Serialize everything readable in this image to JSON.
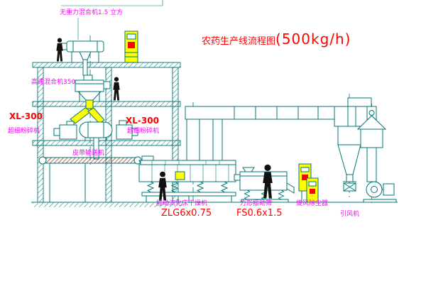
{
  "colors": {
    "line": "#007575",
    "red": "#ff0000",
    "magenta": "#ff00ff",
    "yellow": "#ffff00",
    "figure": "#111111",
    "belt": "#a03a2a"
  },
  "title": {
    "name": "农药生产线流程图",
    "capacity": "(500kg/h)"
  },
  "labels": {
    "top_mixer": "无重力混合机1.5 立方",
    "high_speed_mixer": "高速混合机350",
    "mill_left_model": "XL-300",
    "mill_left_name": "超细粉碎机",
    "mill_mid_model": "XL-300",
    "mill_mid_name": "超细粉碎机",
    "belt_conveyor": "皮带输送机",
    "dryer_name": "振动流化床干燥机",
    "dryer_model": "ZLG6x0.75",
    "sieve_name": "方形振动筛",
    "sieve_model": "FS0.6x1.5",
    "cyclone_name": "旋风除尘器",
    "fan_name": "引风机"
  }
}
